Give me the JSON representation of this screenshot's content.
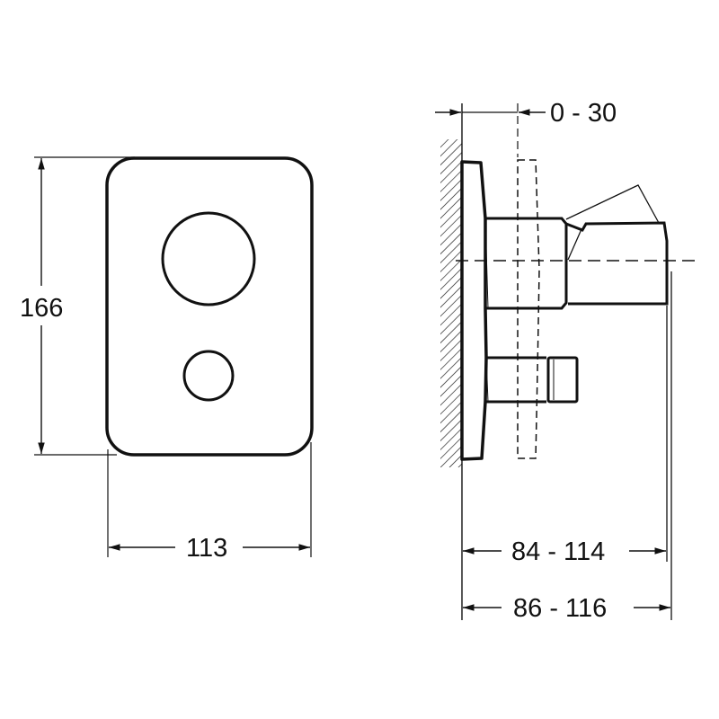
{
  "front_view": {
    "height_label": "166",
    "width_label": "113"
  },
  "side_view": {
    "offset_label": "0 - 30",
    "depth_label_inner": "84 - 114",
    "depth_label_outer": "86 - 116"
  },
  "colors": {
    "line": "#111111",
    "background": "#ffffff"
  }
}
